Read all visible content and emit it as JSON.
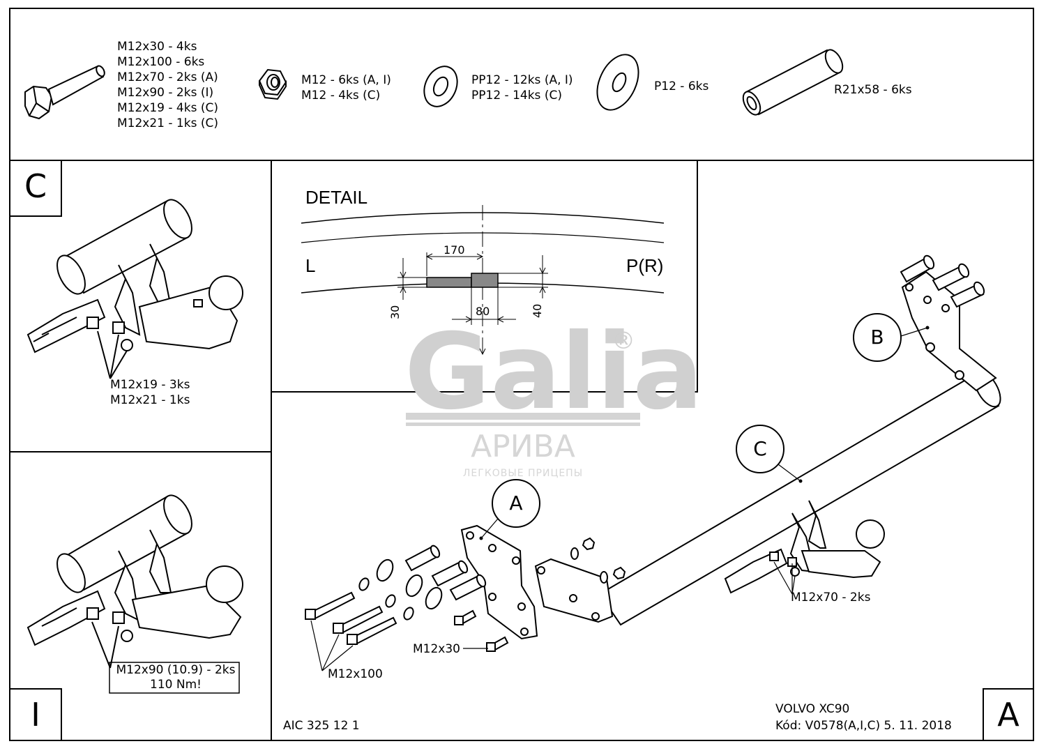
{
  "parts": {
    "bolts": [
      "M12x30 - 4ks",
      "M12x100 - 6ks",
      "M12x70 - 2ks (A)",
      "M12x90 - 2ks (I)",
      "M12x19 - 4ks (C)",
      "M12x21 - 1ks (C)"
    ],
    "nuts": [
      "M12 - 6ks (A, I)",
      "M12 - 4ks (C)"
    ],
    "spring_washers": [
      "PP12 - 12ks (A, I)",
      "PP12 - 14ks (C)"
    ],
    "flat_washer": "P12 - 6ks",
    "spacer": "R21x58 - 6ks"
  },
  "panel_c": {
    "letter": "C",
    "callout": [
      "M12x19 - 3ks",
      "M12x21 - 1ks"
    ]
  },
  "panel_i": {
    "letter": "I",
    "callout": [
      "M12x90 (10.9) - 2ks",
      "110 Nm!"
    ]
  },
  "detail": {
    "title": "DETAIL",
    "left": "L",
    "right": "P(R)",
    "dim_170": "170",
    "dim_30": "30",
    "dim_80": "80",
    "dim_40": "40"
  },
  "main": {
    "letter": "A",
    "bubble_a": "A",
    "bubble_b": "B",
    "bubble_c": "C",
    "label_m12x70": "M12x70 - 2ks",
    "label_m12x30": "M12x30",
    "label_m12x100": "M12x100"
  },
  "footer": {
    "drawing_no": "AIC 325 12 1",
    "vehicle": "VOLVO XC90",
    "code": "Kód: V0578(A,I,C)  5. 11. 2018"
  },
  "watermark": {
    "brand": "Galia",
    "registered": "®",
    "dealer": "АРИВА",
    "dealer_sub": "ЛЕГКОВЫЕ ПРИЦЕПЫ"
  }
}
